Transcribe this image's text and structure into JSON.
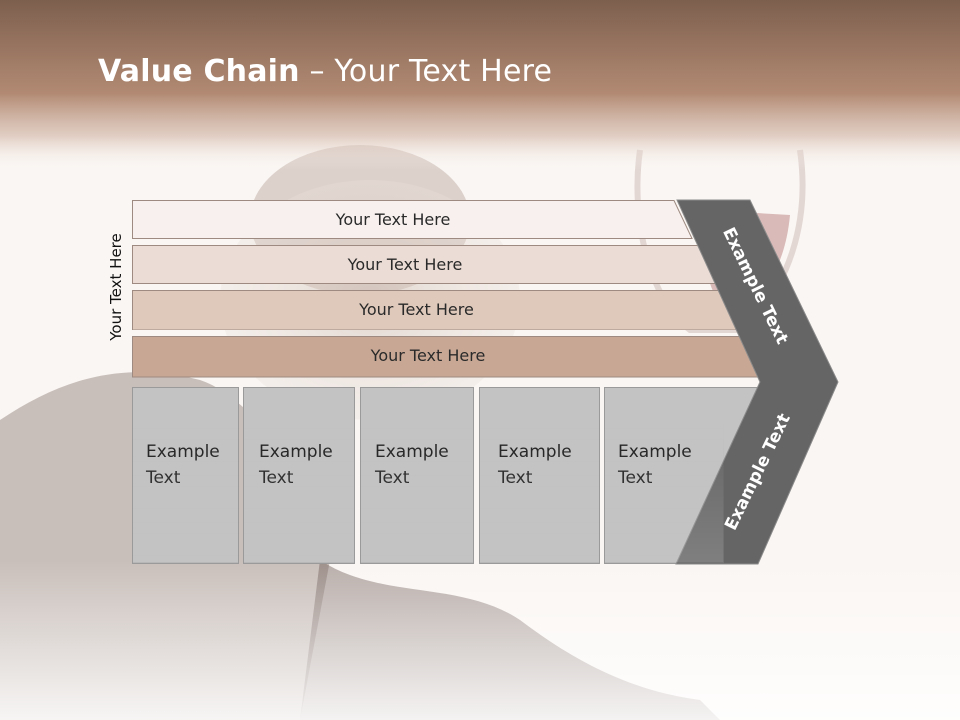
{
  "title": {
    "bold": "Value Chain",
    "rest": " – Your Text Here"
  },
  "side_label": "Your Text Here",
  "bands": [
    {
      "label": "Your Text Here",
      "color": "#f7f0ee"
    },
    {
      "label": "Your Text Here",
      "color": "#ebdcd5"
    },
    {
      "label": "Your Text Here",
      "color": "#dfc9bb"
    },
    {
      "label": "Your Text Here",
      "color": "#c8a895"
    }
  ],
  "columns": [
    {
      "line1": "Example",
      "line2": "Text"
    },
    {
      "line1": "Example",
      "line2": "Text"
    },
    {
      "line1": "Example",
      "line2": "Text"
    },
    {
      "line1": "Example",
      "line2": "Text"
    },
    {
      "line1": "Example",
      "line2": "Text"
    }
  ],
  "chevron": {
    "top_label": "Example Text",
    "bottom_label": "Example Text",
    "color": "#656565"
  },
  "colors": {
    "header": "#a8806c",
    "column_fill": "#c3c3c3",
    "column_stroke": "#9a9a9a"
  }
}
